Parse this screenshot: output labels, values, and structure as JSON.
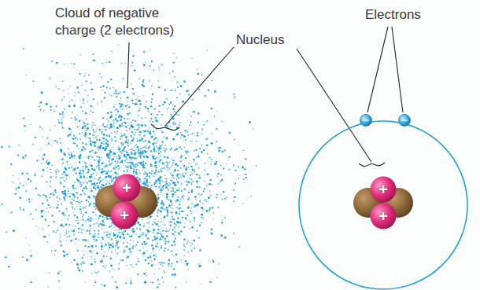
{
  "diagram": {
    "nodes": [
      {
        "text": [
          "+"
        ]
      },
      {
        "text": [
          "+"
        ]
      },
      {
        "text": [
          "+"
        ]
      },
      {
        "text": [
          "+"
        ]
      }
    ],
    "labels": [
      "Cloud of negative charge (2 electrons)",
      "Nucleus",
      "Electrons"
    ]
  }
}
